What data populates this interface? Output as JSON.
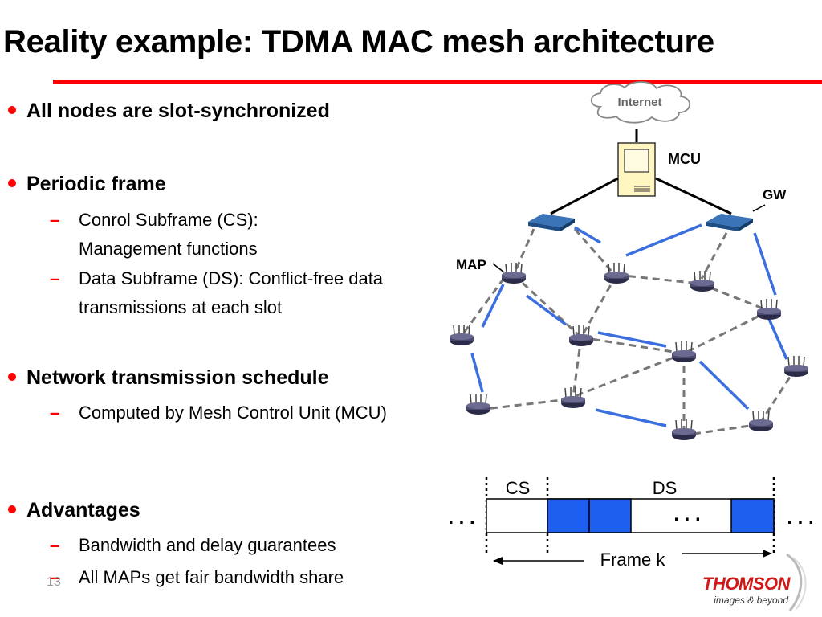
{
  "slide": {
    "title": "Reality example: TDMA MAC mesh architecture",
    "page_number": "13"
  },
  "bullets": [
    {
      "text": "All nodes are slot-synchronized",
      "subs": []
    },
    {
      "text": "Periodic frame",
      "subs": [
        "Conrol Subframe (CS): Management functions",
        "Data Subframe (DS): Conflict-free data transmissions at each slot"
      ]
    },
    {
      "text": "Network transmission schedule",
      "subs": [
        "Computed by Mesh Control Unit (MCU)"
      ]
    },
    {
      "text": "Advantages",
      "subs": [
        "Bandwidth and delay guarantees",
        "All MAPs get fair bandwidth share"
      ]
    }
  ],
  "diagram": {
    "internet_label": "Internet",
    "mcu_label": "MCU",
    "gw_label": "GW",
    "map_label": "MAP"
  },
  "frame": {
    "cs_label": "CS",
    "ds_label": "DS",
    "ellipsis": ". . .",
    "frame_label": "Frame k"
  },
  "logo": {
    "brand": "THOMSON",
    "tagline": "images & beyond"
  },
  "colors": {
    "accent": "#ff0000",
    "link_blue": "#3b6fe0",
    "slot_blue": "#1f5ff0",
    "brand_red": "#d01818"
  }
}
